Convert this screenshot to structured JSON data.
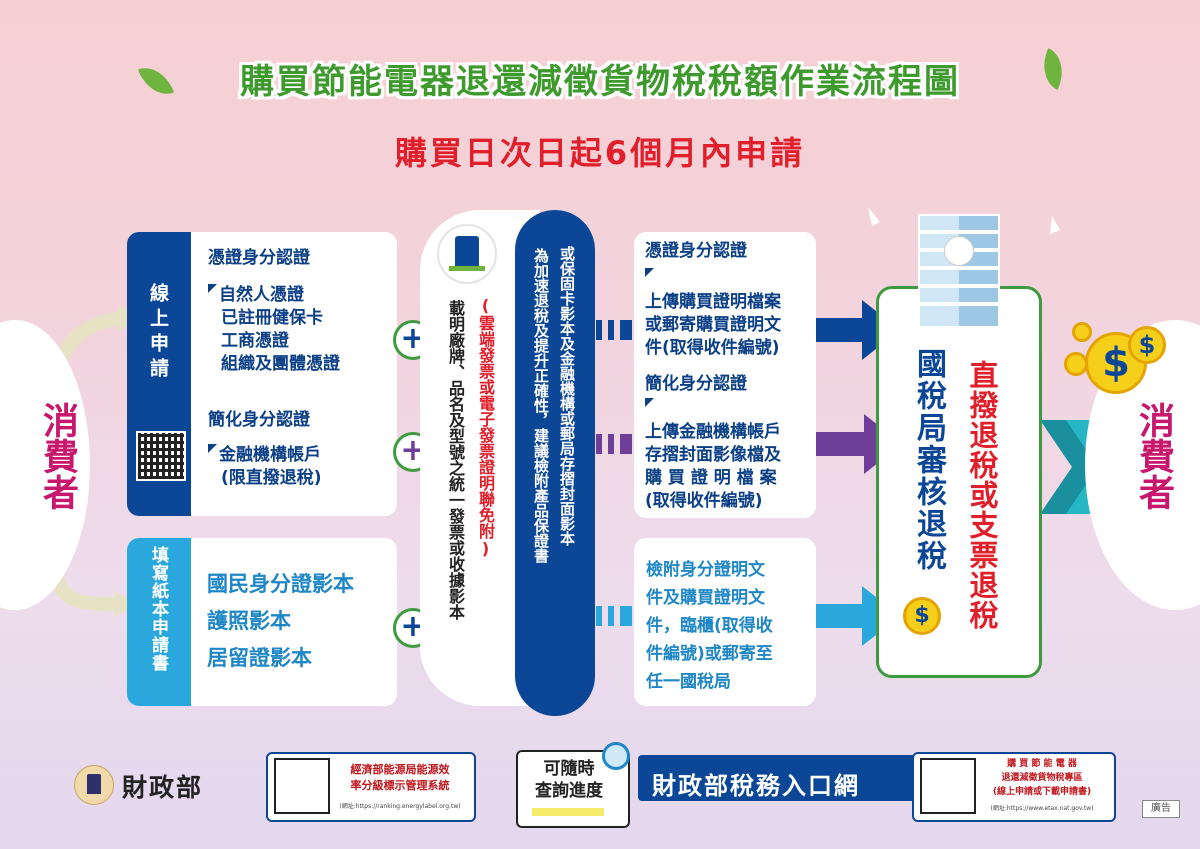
{
  "header": {
    "title": "購買節能電器退還減徵貨物稅稅額作業流程圖",
    "subtitle": "購買日次日起6個月內申請"
  },
  "consumer": {
    "left": "消費者",
    "right": "消費者"
  },
  "online": {
    "label": "線上申請",
    "cert_heading": "憑證身分認證",
    "cert_items": [
      "自然人憑證",
      "已註冊健保卡",
      "工商憑證",
      "組織及團體憑證"
    ],
    "simple_heading": "簡化身分認證",
    "simple_items": [
      "金融機構帳戶",
      "(限直撥退稅)"
    ]
  },
  "paper": {
    "label": "填寫紙本申請書",
    "items": [
      "國民身分證影本",
      "護照影本",
      "居留證影本"
    ]
  },
  "invoice": {
    "red_note": "(雲端發票或電子發票證明聯免附)",
    "text": "載明廠牌、品名及型號之統一發票或收據影本"
  },
  "bank": {
    "col1": "或保固卡影本及金融機構或郵局存摺封面影本",
    "col2": "為加速退稅及提升正確性，建議檢附產品保證書"
  },
  "upload": {
    "cert_heading": "憑證身分認證",
    "cert_lines": [
      "上傳購買證明檔案",
      "或郵寄購買證明文",
      "件(取得收件編號)"
    ],
    "simple_heading": "簡化身分認證",
    "simple_lines": [
      "上傳金融機構帳戶",
      "存摺封面影像檔及",
      "購 買 證 明 檔 案",
      "(取得收件編號)"
    ],
    "paper_lines": [
      "檢附身分證明文",
      "件及購買證明文",
      "件，臨櫃(取得收",
      "件編號)或郵寄至",
      "任一國稅局"
    ]
  },
  "review": {
    "text": "國稅局審核退稅",
    "result": "直撥退稅或支票退稅",
    "coin_symbol": "$"
  },
  "footer": {
    "mof": "財政部",
    "energy_title": [
      "經濟部能源局能源效",
      "率分級標示管理系統"
    ],
    "energy_url": "(網址:https://ranking.energylabel.org.tw)",
    "query": [
      "可隨時",
      "查詢進度"
    ],
    "portal": "財政部稅務入口網",
    "etax_title": [
      "購 買 節 能 電 器",
      "退還減徵貨物稅專區",
      "(線上申請或下載申請書)"
    ],
    "etax_url": "(網址:https://www.etax.nat.gov.tw)",
    "ad": "廣告"
  },
  "colors": {
    "navy": "#0b4796",
    "light_blue": "#2aa7dd",
    "purple": "#6d3f98",
    "green": "#3e9a3e",
    "red": "#e01f2a",
    "magenta": "#c7186d"
  },
  "icons": [
    "leaf-icon",
    "qr-code-icon",
    "plus-icon",
    "building-icon",
    "coin-icon",
    "magnifier-icon",
    "mof-emblem-icon"
  ]
}
